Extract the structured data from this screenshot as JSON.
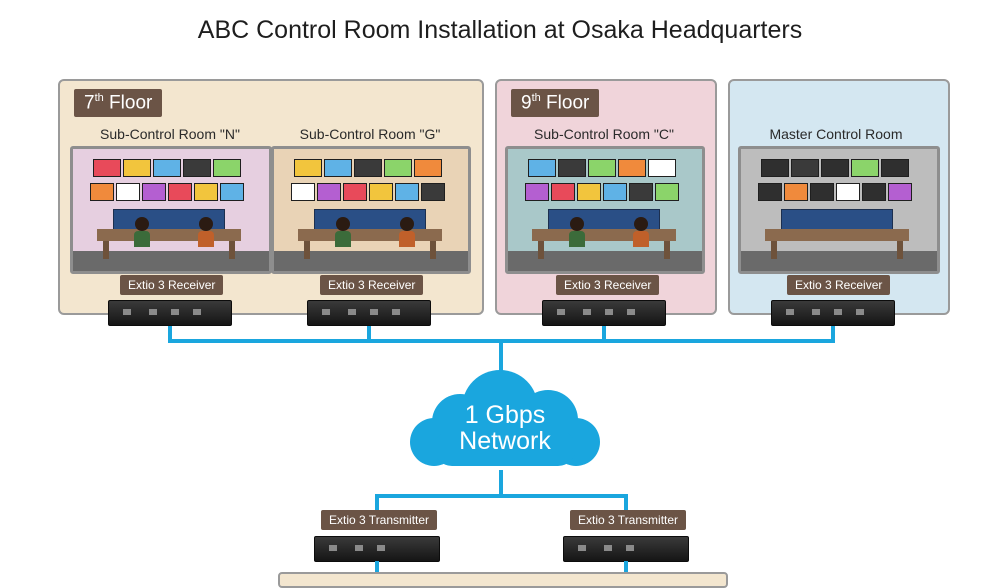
{
  "title": "ABC Control Room Installation at Osaka Headquarters",
  "floors": {
    "seventh": {
      "num": "7",
      "suffix": "th",
      "word": "Floor"
    },
    "ninth": {
      "num": "9",
      "suffix": "th",
      "word": "Floor"
    }
  },
  "rooms": {
    "n": "Sub-Control Room \"N\"",
    "g": "Sub-Control Room \"G\"",
    "c": "Sub-Control Room \"C\"",
    "master": "Master Control Room"
  },
  "receiver_label": "Extio 3 Receiver",
  "transmitter_label": "Extio 3 Transmitter",
  "network": {
    "line1": "1 Gbps",
    "line2": "Network"
  },
  "colors": {
    "line": "#1aa6de",
    "floor7_bg": "#f3e6cf",
    "floor9_bg": "#f0d4da",
    "master_bg": "#d4e7f1",
    "label_bg": "#6b5446"
  }
}
